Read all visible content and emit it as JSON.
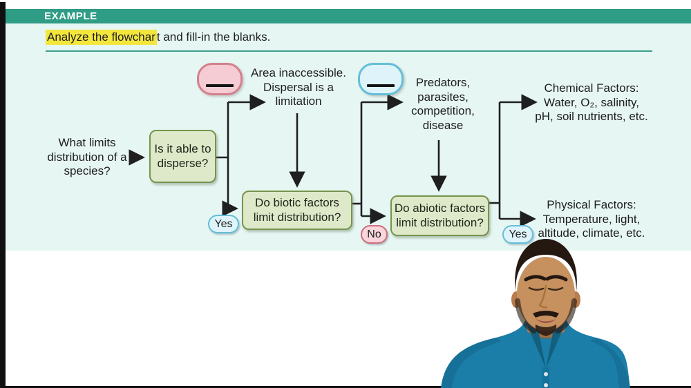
{
  "header": {
    "example_label": "EXAMPLE"
  },
  "instruction": {
    "highlight": "Analyze the flowchar",
    "rest": "t and fill-in the blanks."
  },
  "flowchart": {
    "start_question": "What limits\ndistribution of a\nspecies?",
    "box_disperse": "Is it able to\ndisperse?",
    "area_text": "Area inaccessible.\nDispersal is a\nlimitation",
    "box_biotic": "Do biotic factors\nlimit distribution?",
    "predators_text": "Predators,\nparasites,\ncompetition,\ndisease",
    "box_abiotic": "Do abiotic factors\nlimit distribution?",
    "chemical_text": "Chemical Factors:\nWater, O₂, salinity,\npH, soil nutrients, etc.",
    "physical_text": "Physical Factors:\nTemperature, light,\naltitude, climate, etc.",
    "labels": {
      "yes1": "Yes",
      "no1": "No",
      "yes2": "Yes"
    },
    "blanks": {
      "count": 2,
      "style": "empty bubble with underline to fill in"
    }
  },
  "colors": {
    "accent_teal": "#2f9c85",
    "panel_cyan": "#e6f6f3",
    "highlight_yellow": "#f3e63d",
    "node_fill_green": "#dde9c9",
    "node_border_green": "#76944e",
    "blank_pink_fill": "#f5ccd3",
    "blank_pink_border": "#d4808d",
    "blank_blue_fill": "#def4fa",
    "blank_blue_border": "#64bed8",
    "connector_ink": "#1f1f1f",
    "instructor_shirt_teal": "#1b7ea8"
  }
}
